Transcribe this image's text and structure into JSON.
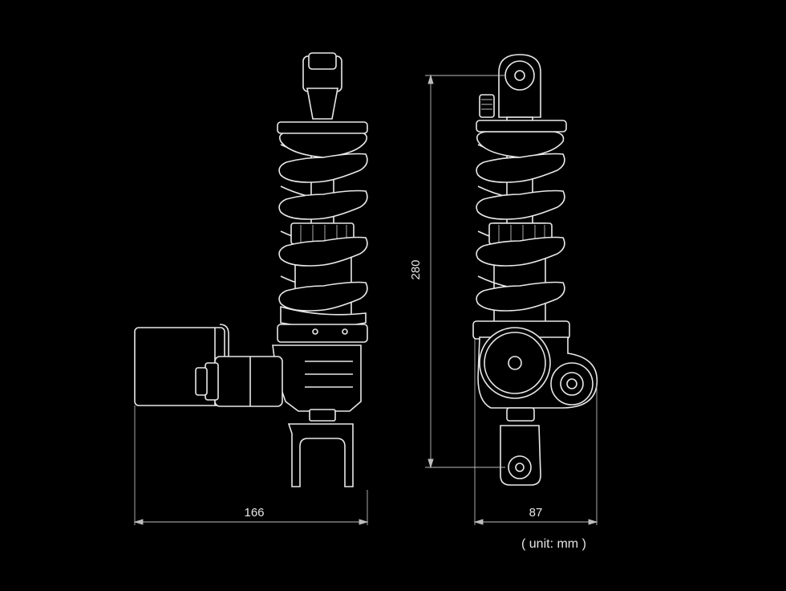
{
  "dimensions": {
    "overall_length": "280",
    "side_view_width": "166",
    "front_view_width": "87"
  },
  "unit_note": "( unit: mm )",
  "colors": {
    "background": "#000000",
    "line": "#e8e8e8",
    "dimension_line": "#bdbdbd"
  }
}
